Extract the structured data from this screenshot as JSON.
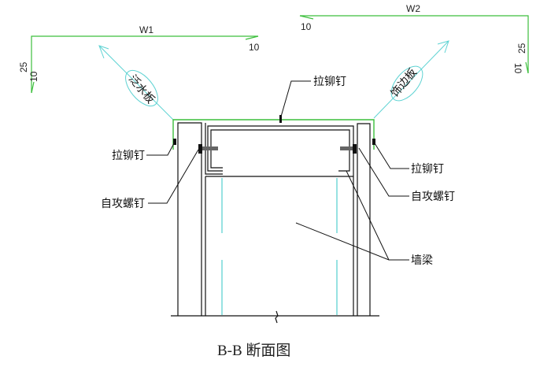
{
  "title": "B-B 断面图",
  "flashing_left": {
    "name": "W1",
    "width_dim": "10",
    "height_dim": "25",
    "hem_dim": "10",
    "label": "泛水板"
  },
  "flashing_right": {
    "name": "W2",
    "width_dim": "10",
    "height_dim": "25",
    "hem_dim": "10",
    "label": "饰边板"
  },
  "callouts": {
    "rivet_top": "拉铆钉",
    "rivet_left": "拉铆钉",
    "screw_left": "自攻螺钉",
    "rivet_right": "拉铆钉",
    "screw_right": "自攻螺钉",
    "wall_beam": "墙梁"
  },
  "colors": {
    "green": "#3cbf3c",
    "cyan": "#5fd3d3",
    "line": "#111111"
  }
}
